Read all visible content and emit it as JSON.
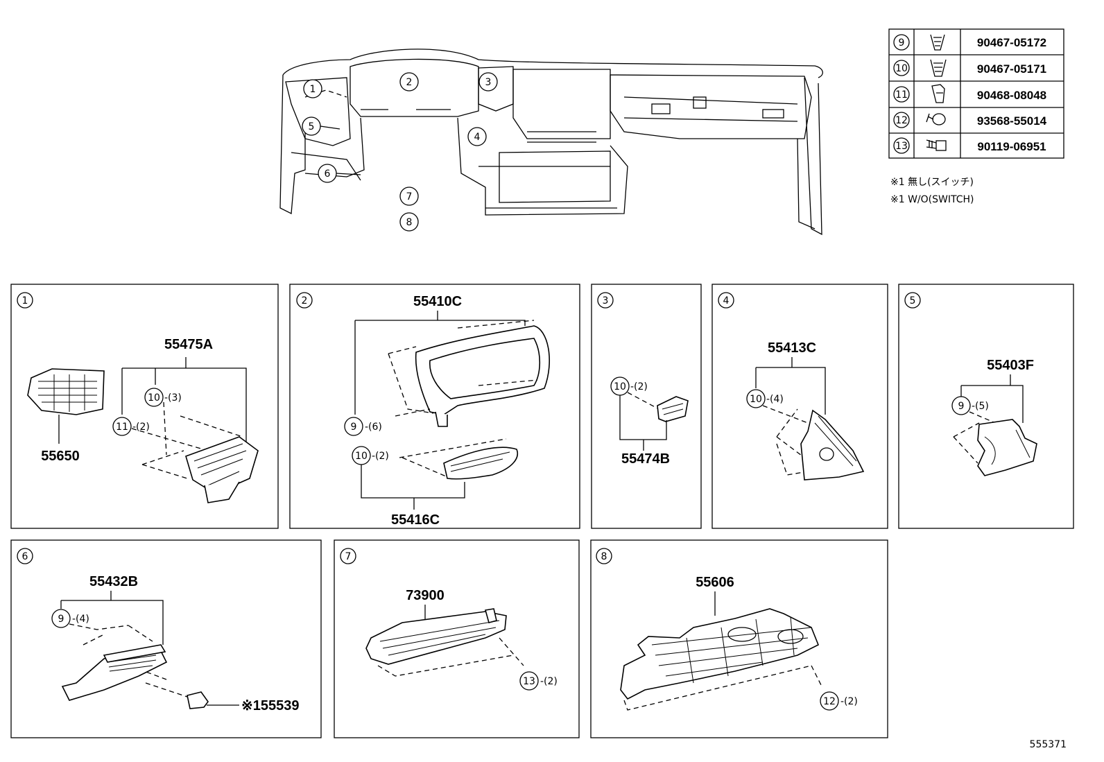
{
  "overview": {
    "callouts": [
      "1",
      "2",
      "3",
      "4",
      "5",
      "6",
      "7",
      "8"
    ]
  },
  "legend_table": {
    "rows": [
      {
        "ref": "9",
        "icon": "clip-icon",
        "part_no": "90467-05172"
      },
      {
        "ref": "10",
        "icon": "clip-icon",
        "part_no": "90467-05171"
      },
      {
        "ref": "11",
        "icon": "clip-icon",
        "part_no": "90468-08048"
      },
      {
        "ref": "12",
        "icon": "screw-icon",
        "part_no": "93568-55014"
      },
      {
        "ref": "13",
        "icon": "bolt-icon",
        "part_no": "90119-06951"
      }
    ]
  },
  "notes": [
    "※1 無し(スイッチ)",
    "※1 W/O(SWITCH)"
  ],
  "panels": [
    {
      "index": "1",
      "parts": [
        "55475A",
        "55650"
      ],
      "fasteners": [
        {
          "ref": "10",
          "qty": "-(3)"
        },
        {
          "ref": "11",
          "qty": "-(2)"
        }
      ]
    },
    {
      "index": "2",
      "parts": [
        "55410C",
        "55416C"
      ],
      "fasteners": [
        {
          "ref": "9",
          "qty": "-(6)"
        },
        {
          "ref": "10",
          "qty": "-(2)"
        }
      ]
    },
    {
      "index": "3",
      "parts": [
        "55474B"
      ],
      "fasteners": [
        {
          "ref": "10",
          "qty": "-(2)"
        }
      ]
    },
    {
      "index": "4",
      "parts": [
        "55413C"
      ],
      "fasteners": [
        {
          "ref": "10",
          "qty": "-(4)"
        }
      ]
    },
    {
      "index": "5",
      "parts": [
        "55403F"
      ],
      "fasteners": [
        {
          "ref": "9",
          "qty": "-(5)"
        }
      ]
    },
    {
      "index": "6",
      "parts": [
        "55432B",
        "※155539"
      ],
      "fasteners": [
        {
          "ref": "9",
          "qty": "-(4)"
        }
      ]
    },
    {
      "index": "7",
      "parts": [
        "73900"
      ],
      "fasteners": [
        {
          "ref": "13",
          "qty": "-(2)"
        }
      ]
    },
    {
      "index": "8",
      "parts": [
        "55606"
      ],
      "fasteners": [
        {
          "ref": "12",
          "qty": "-(2)"
        }
      ]
    }
  ],
  "figure_id": "555371"
}
